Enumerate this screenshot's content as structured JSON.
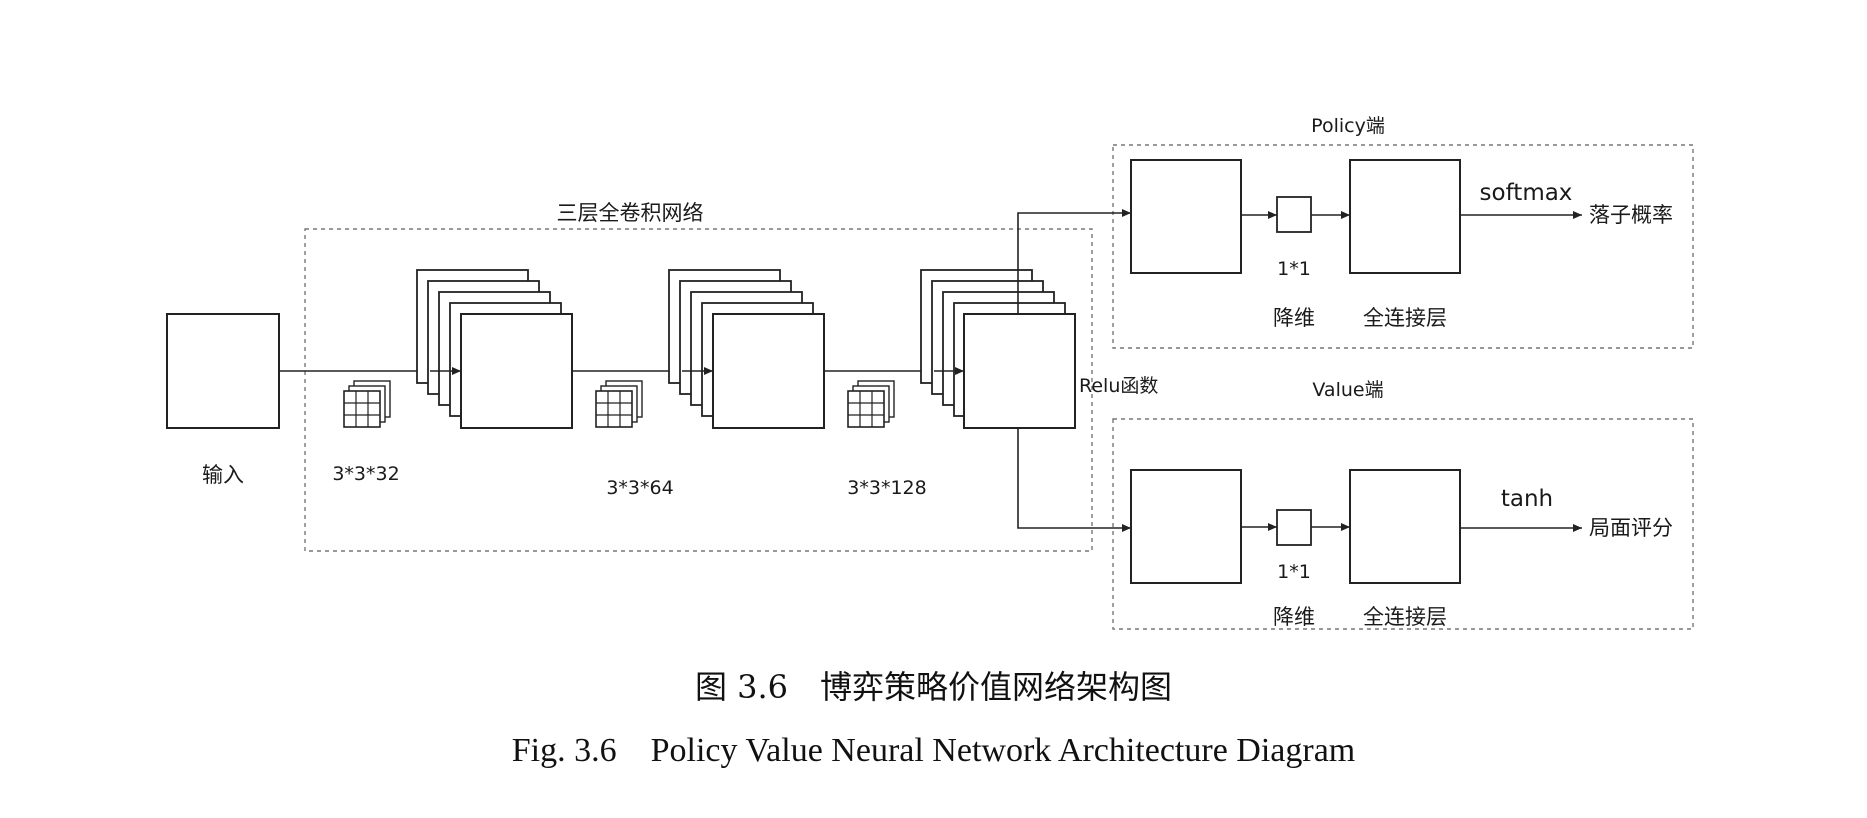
{
  "diagram": {
    "conv_group_label": "三层全卷积网络",
    "input_label": "输入",
    "kernel_labels": [
      "3*3*32",
      "3*3*64",
      "3*3*128"
    ],
    "relu_label": "Relu函数",
    "policy": {
      "title": "Policy端",
      "conv_label": "1*1",
      "reduce_label": "降维",
      "fc_label": "全连接层",
      "activation": "softmax",
      "output": "落子概率"
    },
    "value": {
      "title": "Value端",
      "conv_label": "1*1",
      "reduce_label": "降维",
      "fc_label": "全连接层",
      "activation": "tanh",
      "output": "局面评分"
    }
  },
  "caption": {
    "chinese": "图 3.6　博弈策略价值网络架构图",
    "english": "Fig. 3.6　Policy Value Neural Network Architecture Diagram"
  }
}
